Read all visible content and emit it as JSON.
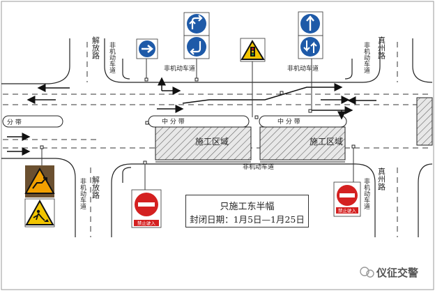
{
  "diagram": {
    "labels": {
      "nonmotor_lane": "非机动车道",
      "median_left": "分 带",
      "median_center": "中 分 带",
      "median_right": "中 分 带",
      "work_zone": "施工区域",
      "road_jiefang": "解放路",
      "road_zhenzhou": "真州路"
    },
    "note": {
      "line1": "只施工东半幅",
      "line2": "封闭日期：1月5日—1月25日"
    },
    "no_entry_label": "禁止驶入",
    "watermark": "仪征交警",
    "colors": {
      "sign_blue": "#1e5aa8",
      "sign_red": "#d42020",
      "sign_yellow": "#f2c500",
      "line": "#222222"
    }
  }
}
